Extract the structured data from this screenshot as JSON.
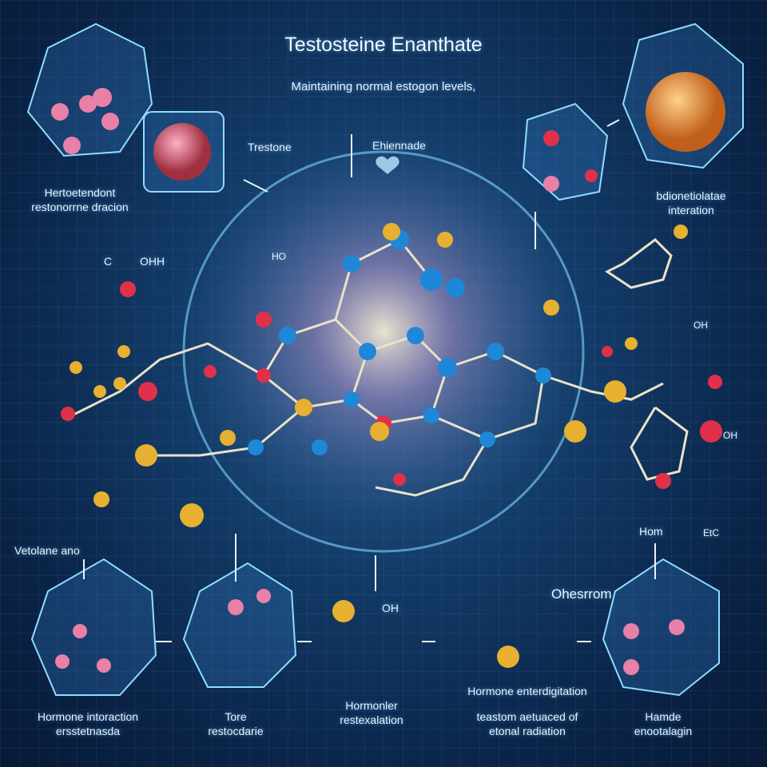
{
  "header": {
    "title": "Testosteine Enanthate",
    "subtitle": "Maintaining normal estogon levels,"
  },
  "top_labels": {
    "left": "Trestone",
    "right": "Ehiennade"
  },
  "side_labels": {
    "left": [
      "Hertoetendont",
      "restonorrne dracion"
    ],
    "right": [
      "bdionetiolatae",
      "interation"
    ],
    "lower_left": "Vetolane ano",
    "lower_right": "Hom",
    "mid_right": "Ohesrrom"
  },
  "molecule_labels": [
    "C",
    "OHH",
    "HO",
    "OH",
    "OH",
    "OH",
    "EtC"
  ],
  "bottom_steps": [
    {
      "lines": [
        "Hormone intoraction",
        "ersstetnasda"
      ]
    },
    {
      "lines": [
        "Tore",
        "restocdarie"
      ]
    },
    {
      "lines": [
        "Hormonler",
        "restexalation"
      ]
    },
    {
      "lines": [
        "Hormone enterdigitation",
        "teastom aetuaced of",
        "etonal radiation"
      ]
    },
    {
      "lines": [
        "Hamde",
        "enootalagin"
      ]
    }
  ],
  "colors": {
    "background": "#0d2a52",
    "atom_blue": "#1e88d8",
    "atom_red": "#e0304a",
    "atom_yellow": "#e8b030",
    "atom_pink": "#e880a8",
    "glow": "#6fd0ff"
  }
}
